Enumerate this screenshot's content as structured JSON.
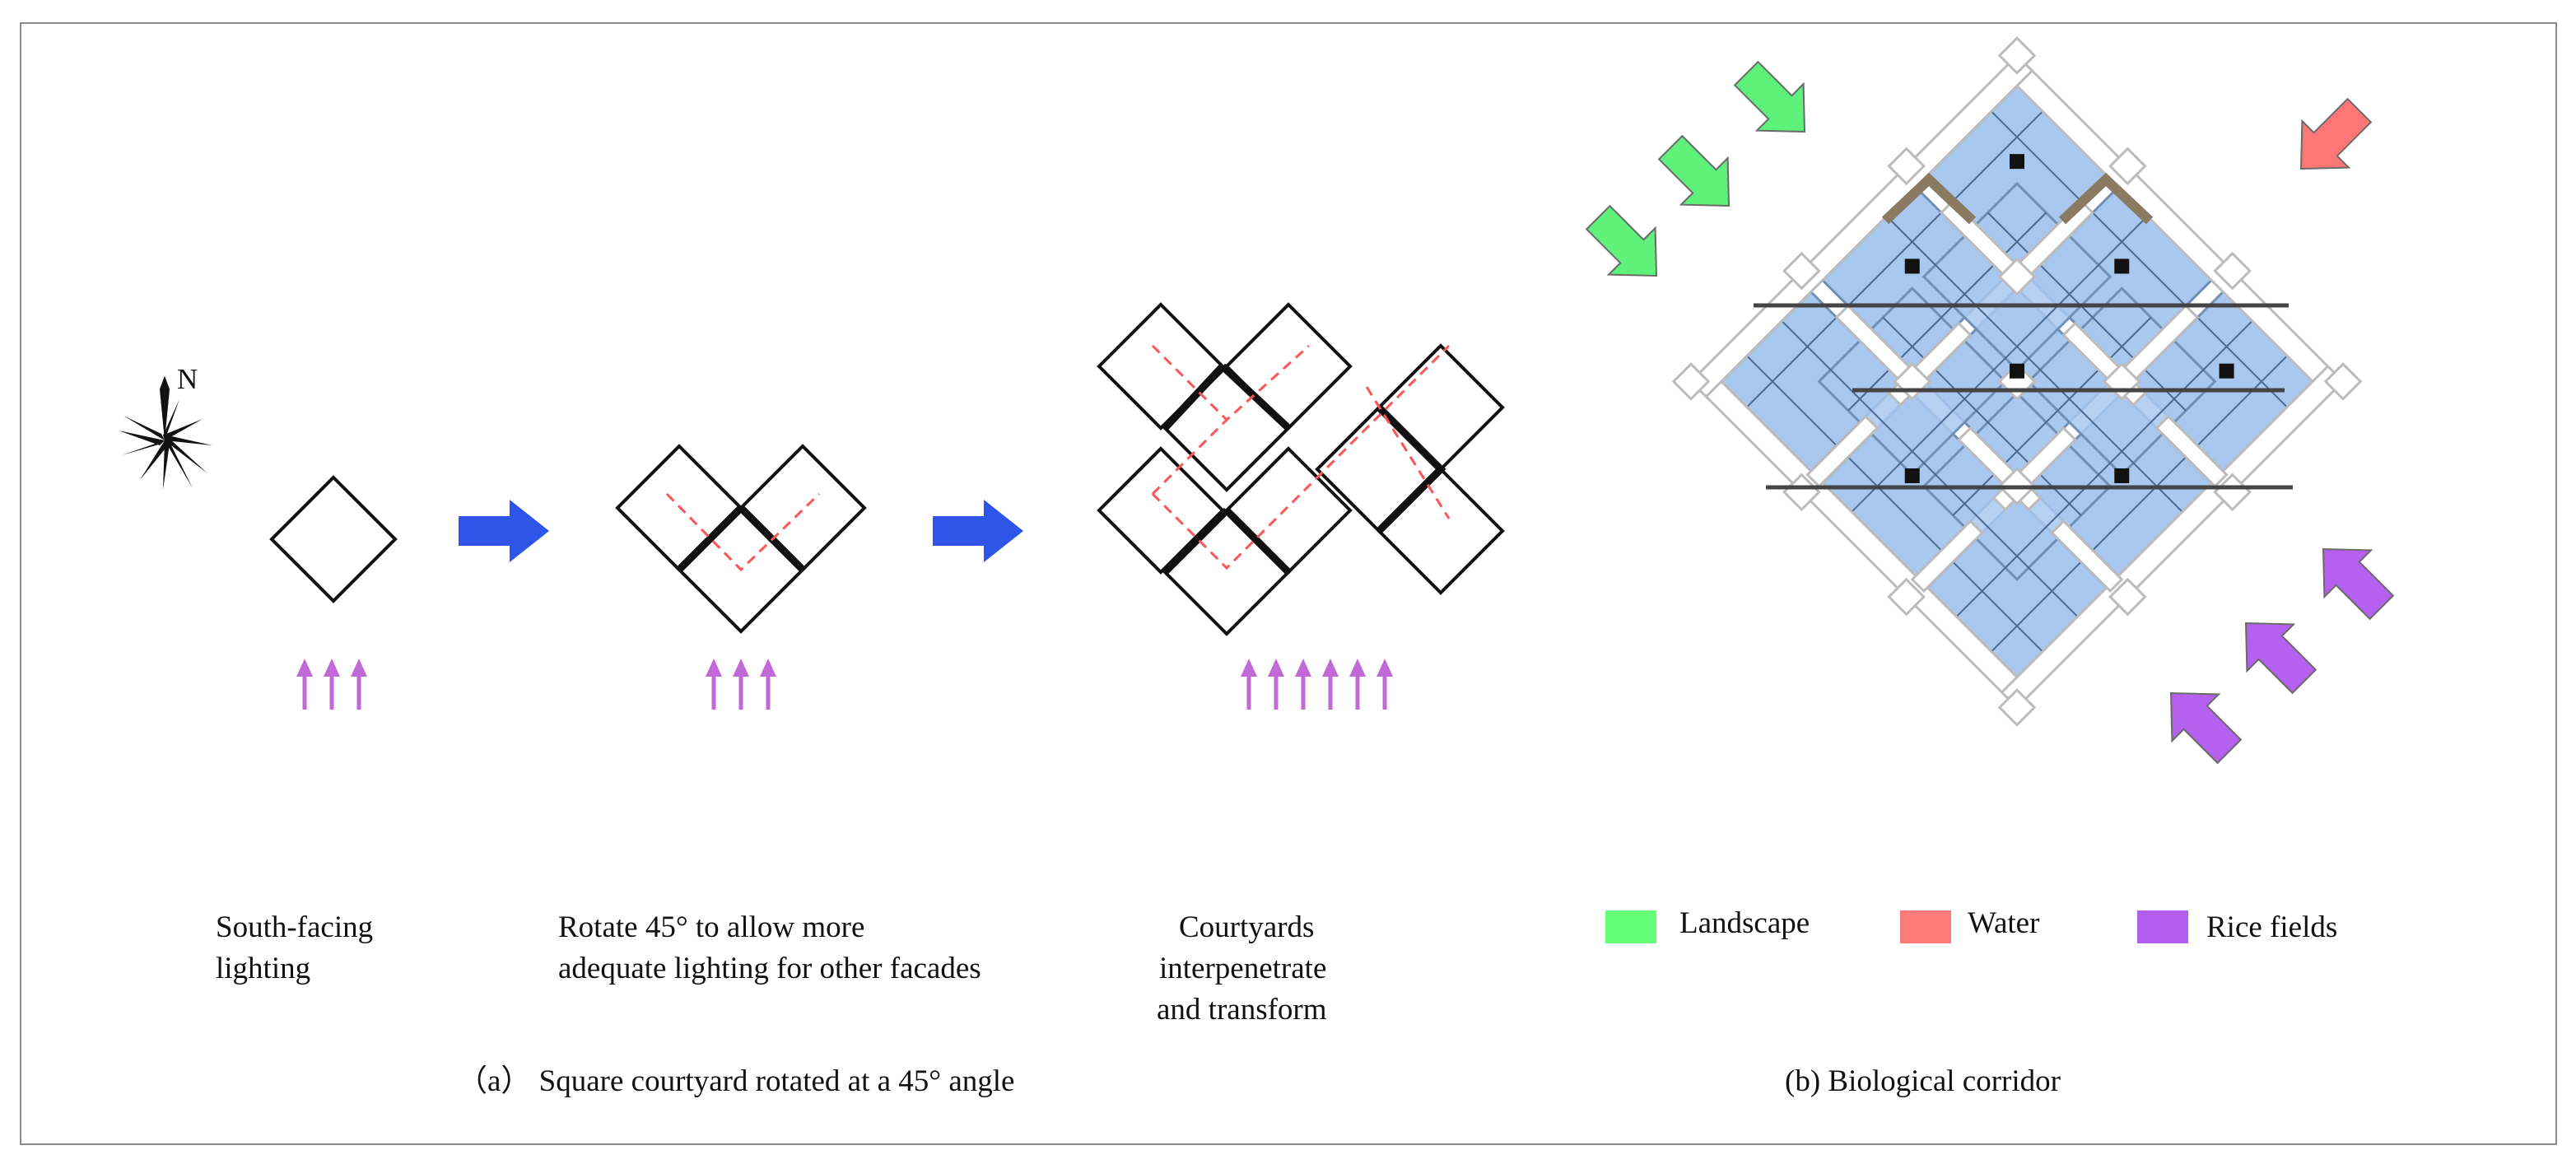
{
  "panel_a": {
    "compass_label": "N",
    "step1_caption": [
      "South-facing",
      "lighting"
    ],
    "step2_caption": [
      "Rotate 45° to allow more",
      "adequate lighting for other facades"
    ],
    "step3_caption": [
      "Courtyards",
      "interpenetrate",
      "and transform"
    ],
    "title": "（a）  Square courtyard rotated at a 45° angle"
  },
  "panel_b": {
    "title": "(b) Biological corridor",
    "legend": [
      {
        "label": "Landscape",
        "color": "#66ff7a"
      },
      {
        "label": "Water",
        "color": "#ff7b7b"
      },
      {
        "label": "Rice fields",
        "color": "#b25cf0"
      }
    ]
  },
  "colors": {
    "flow_arrow": "#2f55e8",
    "light_arrow": "#c169d6",
    "dash": "#ff5555",
    "courtyard_fill": "#a9c8ef",
    "frame_stroke": "#bcbcbc",
    "roof": "#8b7a62",
    "landscape_arrow": "#5ff27a",
    "water_arrow": "#ff7676",
    "rice_arrow": "#b560ee"
  },
  "icons": [
    "compass-rose-icon",
    "arrow-right-icon",
    "arrow-up-icon",
    "diagonal-arrow-icon"
  ]
}
